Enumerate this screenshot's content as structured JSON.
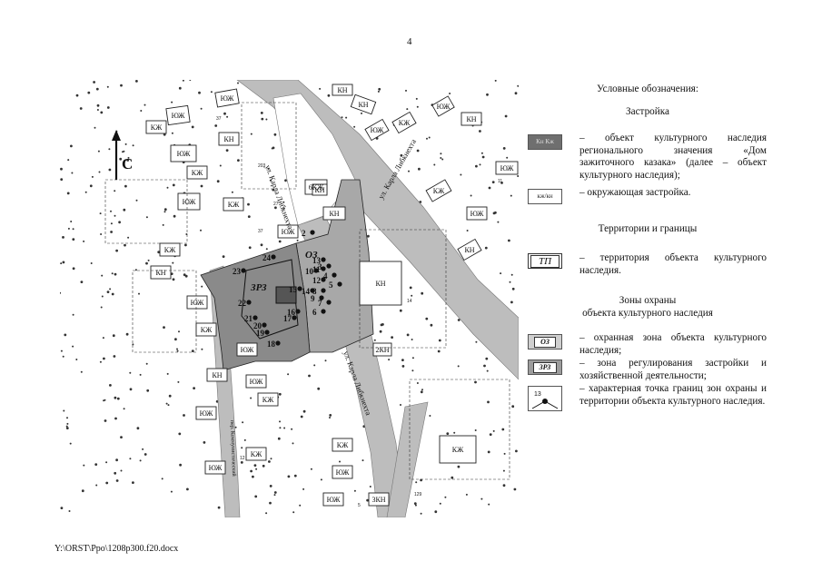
{
  "page_number": "4",
  "footer_path": "Y:\\ORST\\Ppo\\1208p300.f20.docx",
  "map": {
    "north_label": "С",
    "streets": [
      "ул. Карла Либкнехта",
      "ул. Карла Либкнехта",
      "ул. Карла Либкнехта",
      "пер. Коммунистический"
    ],
    "zone_labels": {
      "oz": "ОЗ",
      "zrz": "ЗРЗ"
    },
    "building_labels": [
      "КН",
      "ЮЖ",
      "ЮЖ",
      "КЖ",
      "КН",
      "ЮЖ",
      "КЖ",
      "ЮЖ",
      "КЖ",
      "КН",
      "ЮЖ",
      "КЖ",
      "ЮЖ",
      "КН",
      "ЮЖ",
      "КЖ",
      "ЮЖ",
      "КН",
      "6КЖ",
      "КН",
      "КН",
      "КН",
      "2КН",
      "КН",
      "ЮЖ",
      "КЖ",
      "ЮЖ",
      "КН",
      "ЮЖ",
      "КЖ",
      "ЮЖ",
      "КЖ",
      "ЮЖ",
      "КЖ",
      "ЮЖ",
      "КЖ",
      "ЮЖ",
      "3КН",
      "КЖ",
      "ЮЖ"
    ],
    "house_numbers": [
      "37",
      "203",
      "27",
      "37",
      "11",
      "14",
      "129",
      "12",
      "5"
    ],
    "points": [
      "2",
      "3",
      "4",
      "5",
      "6",
      "7",
      "8",
      "9",
      "10",
      "11",
      "12",
      "13",
      "14",
      "15",
      "16",
      "17",
      "18",
      "19",
      "20",
      "21",
      "22",
      "23",
      "24"
    ]
  },
  "legend": {
    "title": "Условные обозначения:",
    "section_buildings": "Застройка",
    "okn_symbol": "Кн Кж",
    "okn_desc": "– объект культурного наследия регионального значения «Дом зажиточного казака» (далее – объект культурного наследия);",
    "env_symbol": "кж/кн",
    "env_desc": "– окружающая застройка.",
    "section_territories": "Территории и границы",
    "tp_symbol": "ТП",
    "tp_desc": "– территория объекта культурного наследия.",
    "section_zones_1": "Зоны охраны",
    "section_zones_2": "объекта культурного наследия",
    "oz_symbol": "ОЗ",
    "oz_desc": "– охранная зона объекта культурного наследия;",
    "zrz_symbol": "ЗРЗ",
    "zrz_desc": "– зона регулирования застройки и хозяйственной деятельности;",
    "point_symbol": "13",
    "point_desc": "– характерная точка границ зон охраны и территории объекта культурного наследия."
  }
}
